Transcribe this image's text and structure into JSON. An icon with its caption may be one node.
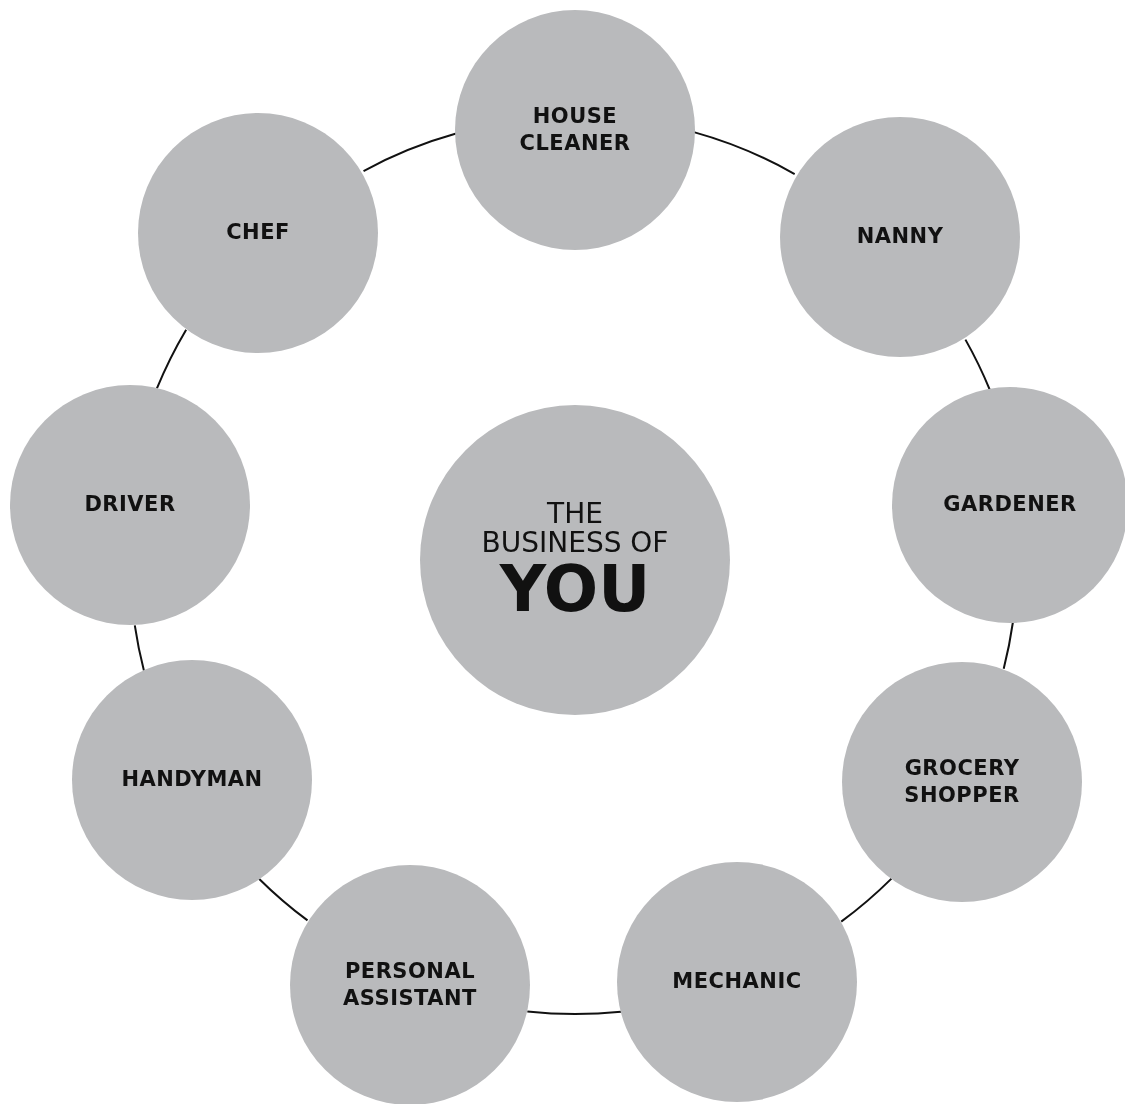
{
  "diagram": {
    "nodes": [
      {
        "text": [
          "THE BUSINESS OF",
          "YOU"
        ]
      },
      {
        "text": [
          "HOUSE CLEANER"
        ]
      },
      {
        "text": [
          "NANNY"
        ]
      },
      {
        "text": [
          "GARDENER"
        ]
      },
      {
        "text": [
          "GROCERY SHOPPER"
        ]
      },
      {
        "text": [
          "MECHANIC"
        ]
      },
      {
        "text": [
          "PERSONAL ASSISTANT"
        ]
      },
      {
        "text": [
          "HANDYMAN"
        ]
      },
      {
        "text": [
          "DRIVER"
        ]
      },
      {
        "text": [
          "CHEF"
        ]
      }
    ],
    "edges": [
      {
        "from": 1,
        "to": 2,
        "arrow": "none"
      },
      {
        "from": 2,
        "to": 3,
        "arrow": "none"
      },
      {
        "from": 3,
        "to": 4,
        "arrow": "none"
      },
      {
        "from": 4,
        "to": 5,
        "arrow": "none"
      },
      {
        "from": 5,
        "to": 6,
        "arrow": "none"
      },
      {
        "from": 6,
        "to": 7,
        "arrow": "none"
      },
      {
        "from": 7,
        "to": 8,
        "arrow": "none"
      },
      {
        "from": 8,
        "to": 9,
        "arrow": "none"
      },
      {
        "from": 9,
        "to": 1,
        "arrow": "none"
      }
    ]
  }
}
